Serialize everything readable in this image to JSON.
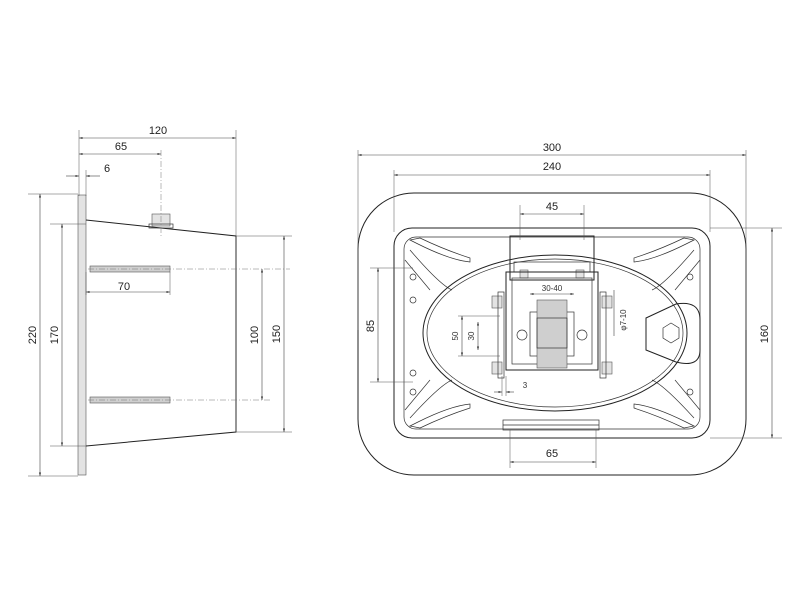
{
  "side_view": {
    "dims": {
      "total_depth": "120",
      "bracket_depth": "65",
      "flange_thickness": "6",
      "bar_length": "70",
      "flange_height": "220",
      "opening_height": "170",
      "bar_spacing": "100",
      "rear_height": "150"
    }
  },
  "front_view": {
    "dims": {
      "overall_width": "300",
      "inner_width": "240",
      "bracket_width": "45",
      "bracket_range": "30-40",
      "hole_dia": "φ7-10",
      "slot_outer": "50",
      "slot_inner": "30",
      "hole_spacing": "85",
      "overall_height": "160",
      "bottom_width": "65",
      "offset": "3"
    }
  }
}
